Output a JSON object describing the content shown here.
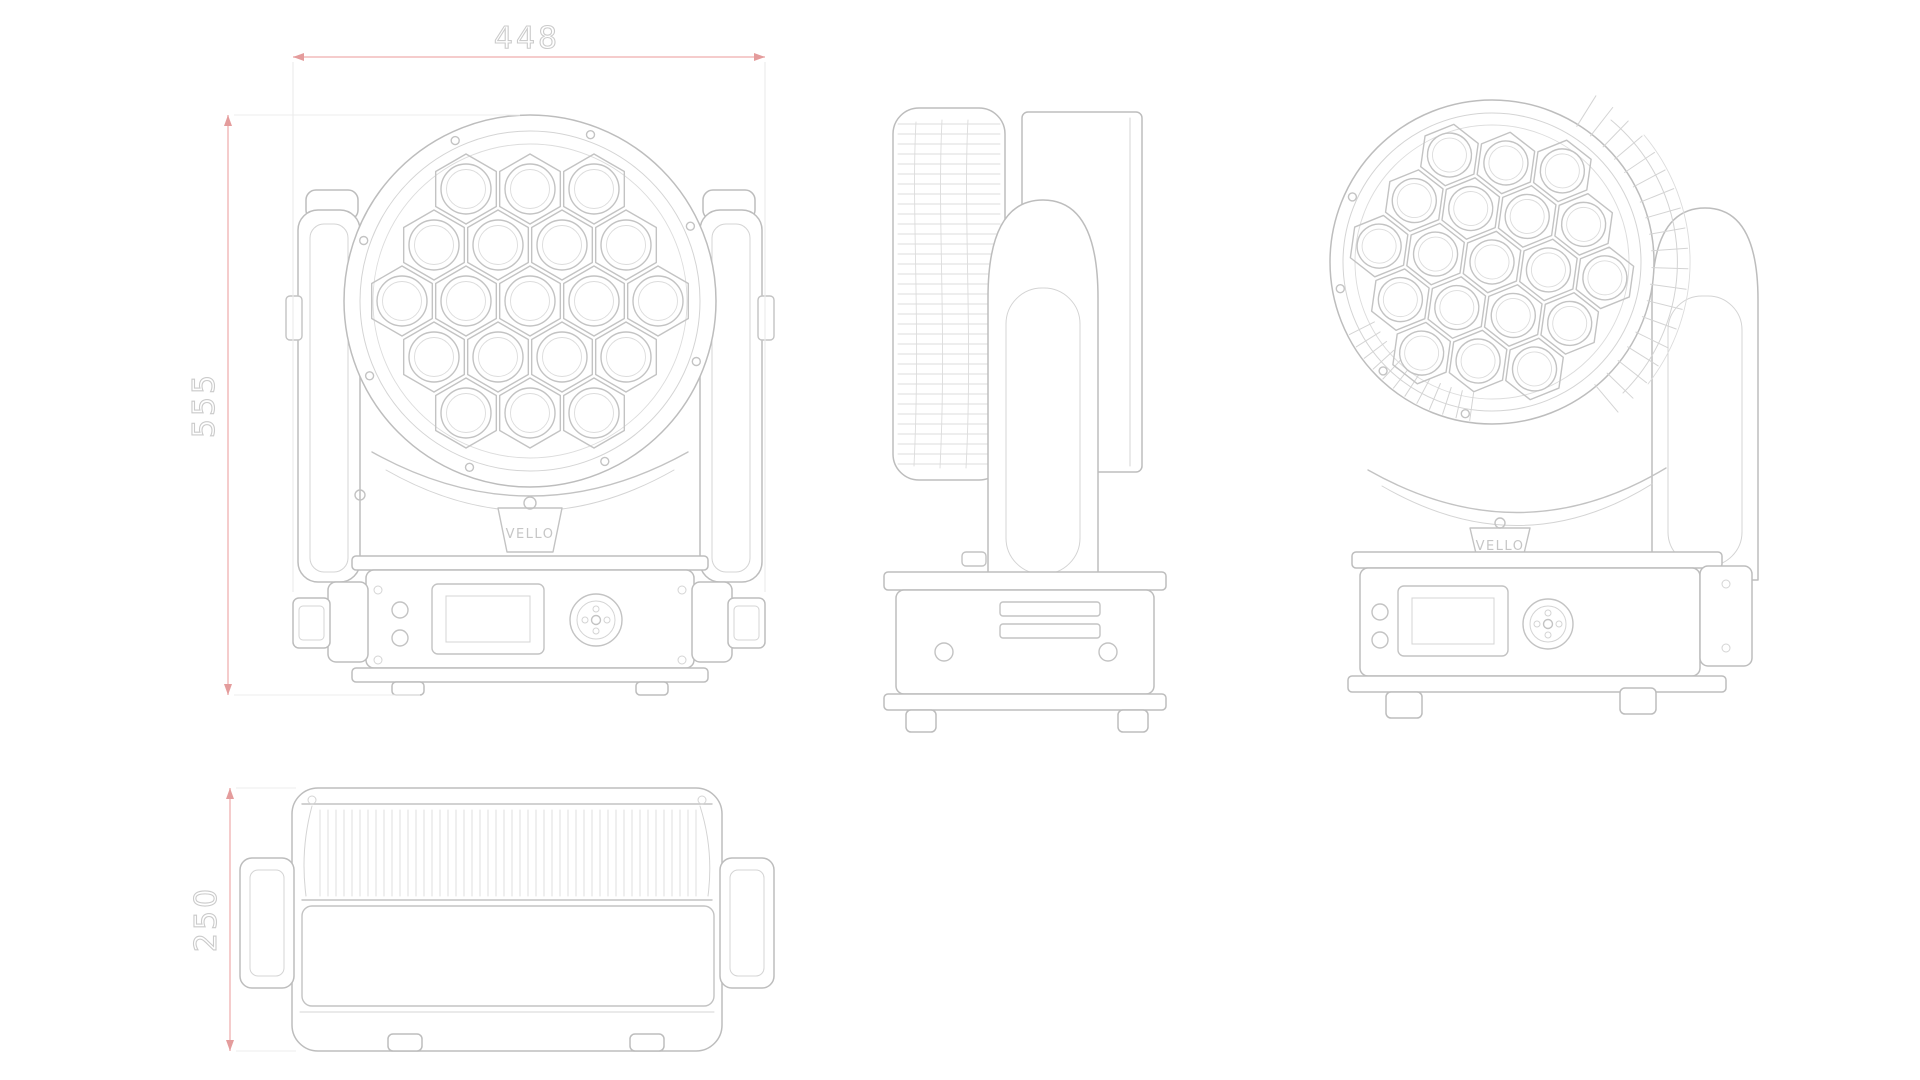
{
  "dimensions": {
    "top_width": "448",
    "left_height": "555",
    "bottom_depth": "250"
  },
  "badges": {
    "front": "VELLO",
    "perspective": "VELLO"
  },
  "colors": {
    "background": "#ffffff",
    "linework": "#c3c3c3",
    "dimension_line": "#f2bcbc",
    "dimension_arrow": "#e49c9c",
    "dimension_text": "#cbcbcb"
  }
}
